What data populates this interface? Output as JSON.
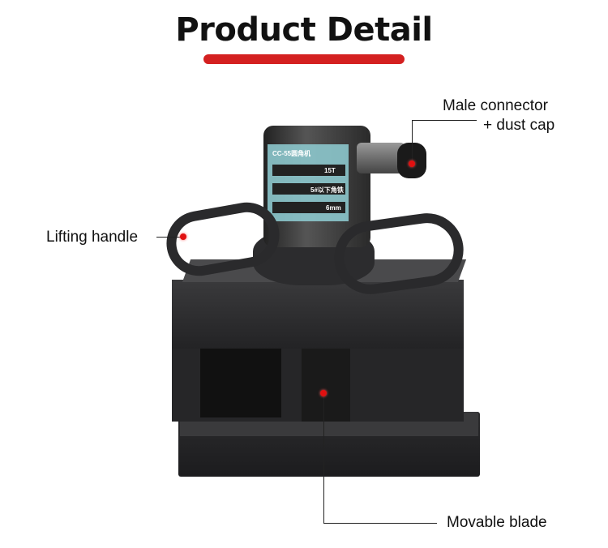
{
  "header": {
    "title": "Product Detail",
    "accent_color": "#d42020"
  },
  "callouts": {
    "connector_line1": "Male connector",
    "connector_line2": "+ dust cap",
    "handle": "Lifting handle",
    "blade": "Movable blade"
  },
  "nameplate": {
    "model": "CC-55圆角机",
    "tonnage": "15T",
    "capacity": "5#以下角铁",
    "thickness": "6mm"
  }
}
